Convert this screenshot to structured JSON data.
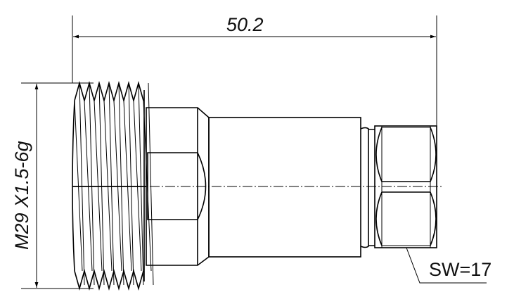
{
  "drawing": {
    "length_dimension": "50.2",
    "thread_dimension": "M29 X1.5-6g",
    "wrench_size_label": "SW=17"
  }
}
